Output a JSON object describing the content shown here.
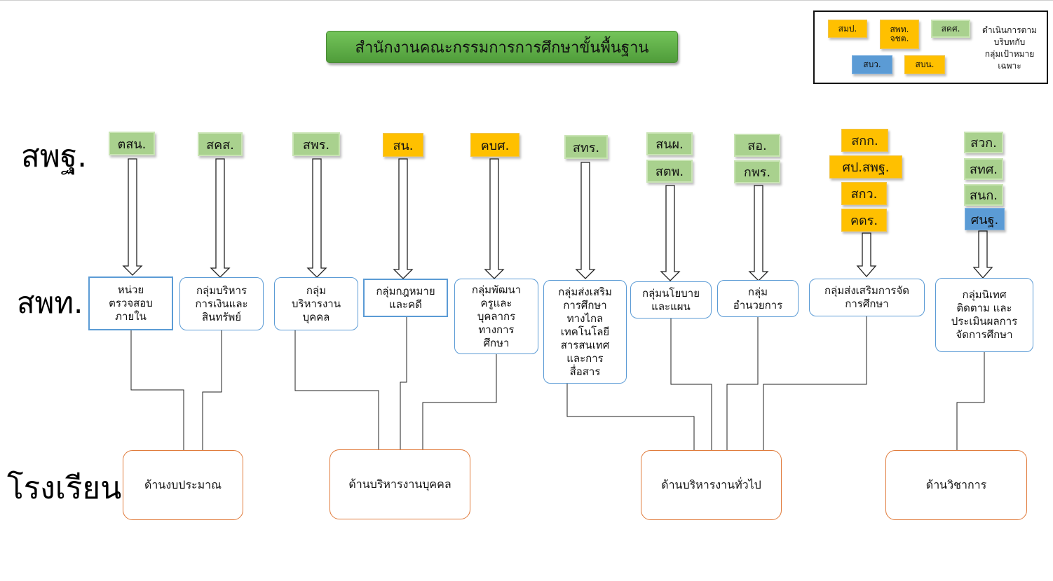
{
  "title": "สำนักงานคณะกรรมการการศึกษาขั้นพื้นฐาน",
  "legend": {
    "tags": [
      "สมป.",
      "สพท.\nจชต.",
      "สคศ.",
      "สบว.",
      "สบน."
    ],
    "note": "ดำเนินการตาม\nบริบทกับ\nกลุ่มเป้าหมาย\nเฉพาะ"
  },
  "row_labels": {
    "obec": "สพฐ.",
    "esa": "สพท.",
    "school": "โรงเรียน"
  },
  "obec_units": [
    "ตสน.",
    "สคส.",
    "สพร.",
    "สน.",
    "คบศ.",
    "สทร.",
    "สนผ.",
    "สตพ.",
    "สอ.",
    "กพร.",
    "สกก.",
    "ศป.สพฐ.",
    "สกว.",
    "คดร.",
    "สวก.",
    "สทศ.",
    "สนก.",
    "ศนฐ."
  ],
  "esa_groups": [
    "หน่วย\nตรวจสอบ\nภายใน",
    "กลุ่มบริหาร\nการเงินและ\nสินทรัพย์",
    "กลุ่ม\nบริหารงาน\nบุคคล",
    "กลุ่มกฎหมาย\nและคดี",
    "กลุ่มพัฒนา\nครูและ\nบุคลากร\nทางการ\nศึกษา",
    "กลุ่มส่งเสริม\nการศึกษา\nทางไกล\nเทคโนโลยี\nสารสนเทศ\nและการ\nสื่อสาร",
    "กลุ่มนโยบาย\nและแผน",
    "กลุ่ม\nอำนวยการ",
    "กลุ่มส่งเสริมการจัด\nการศึกษา",
    "กลุ่มนิเทศ\nติดตาม และ\nประเมินผลการ\nจัดการศึกษา"
  ],
  "school_areas": [
    "ด้านงบประมาณ",
    "ด้านบริหารงานบุคคล",
    "ด้านบริหารงานทั่วไป",
    "ด้านวิชาการ"
  ],
  "colors": {
    "banner": "#5fae45",
    "unit_green": "#a9d18e",
    "unit_yellow": "#ffc000",
    "unit_blue": "#5b9bd5",
    "group_border": "#5b9bd5",
    "school_border": "#e07a3a"
  }
}
